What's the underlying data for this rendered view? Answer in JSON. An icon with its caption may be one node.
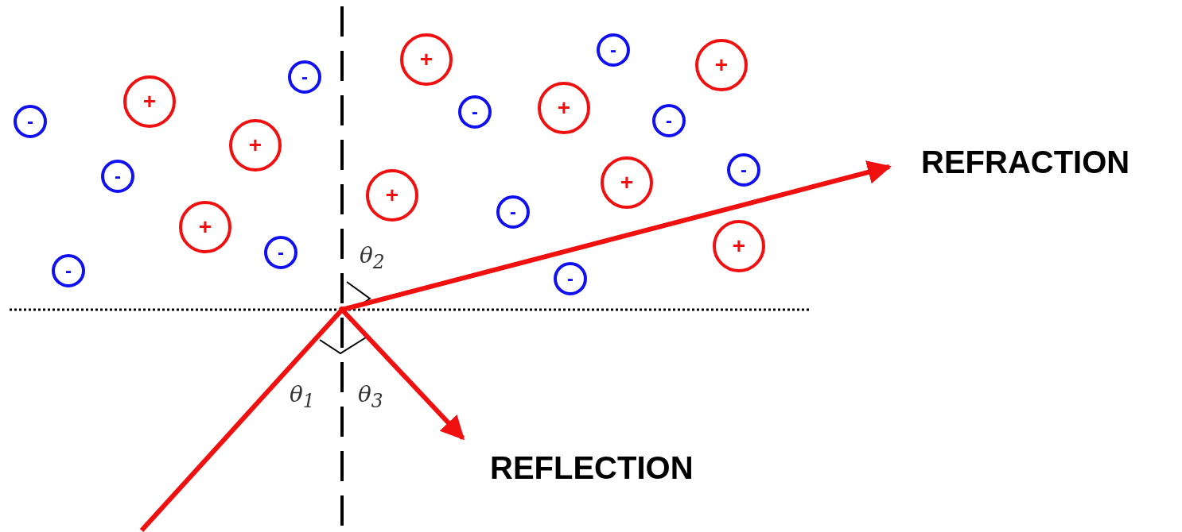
{
  "diagram": {
    "nodes": [
      {
        "text": [
          "-"
        ]
      },
      {
        "text": [
          "+"
        ]
      },
      {
        "text": [
          "+"
        ]
      },
      {
        "text": [
          "-"
        ]
      },
      {
        "text": [
          "+"
        ]
      },
      {
        "text": [
          "+"
        ]
      },
      {
        "text": [
          "-"
        ]
      },
      {
        "text": [
          "-"
        ]
      },
      {
        "text": [
          "-"
        ]
      },
      {
        "text": [
          "+"
        ]
      },
      {
        "text": [
          "-"
        ]
      },
      {
        "text": [
          "-"
        ]
      },
      {
        "text": [
          "+"
        ]
      },
      {
        "text": [
          "+"
        ]
      },
      {
        "text": [
          "-"
        ]
      },
      {
        "text": [
          "+"
        ]
      },
      {
        "text": [
          "+"
        ]
      },
      {
        "text": [
          "-"
        ]
      },
      {
        "text": [
          "-"
        ]
      },
      {
        "text": [
          "-"
        ]
      },
      {
        "text": [],
        "shape": "point"
      },
      {
        "text": [
          "REFRACTION"
        ]
      },
      {
        "text": [
          "REFLECTION"
        ]
      }
    ],
    "edges": [
      {
        "from": null,
        "to": 20,
        "arrow": "none"
      },
      {
        "from": 20,
        "to": 21,
        "arrow": "to"
      },
      {
        "from": 20,
        "to": 22,
        "arrow": "to"
      }
    ],
    "labels": [
      "θ$_{2}$",
      "θ$_{1}$",
      "θ$_{3}$"
    ]
  }
}
